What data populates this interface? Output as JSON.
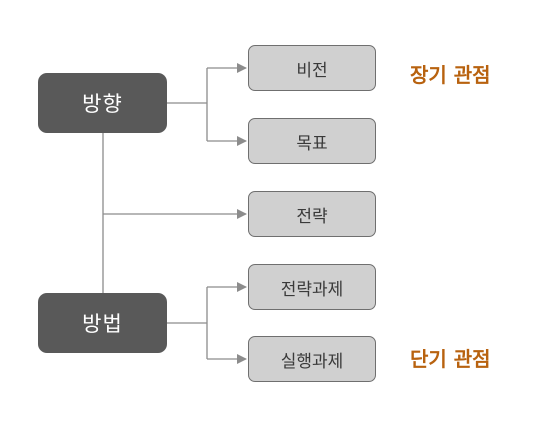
{
  "diagram": {
    "nodes": {
      "direction": "방향",
      "method": "방법",
      "vision": "비전",
      "goal": "목표",
      "strategy": "전략",
      "strategic_task": "전략과제",
      "execution_task": "실행과제"
    },
    "annotations": {
      "long_term": "장기 관점",
      "short_term": "단기 관점"
    },
    "colors": {
      "dark_box": "#595959",
      "light_box": "#d0d0d0",
      "connector": "#8c8c8c",
      "annotation": "#b8620f"
    }
  }
}
